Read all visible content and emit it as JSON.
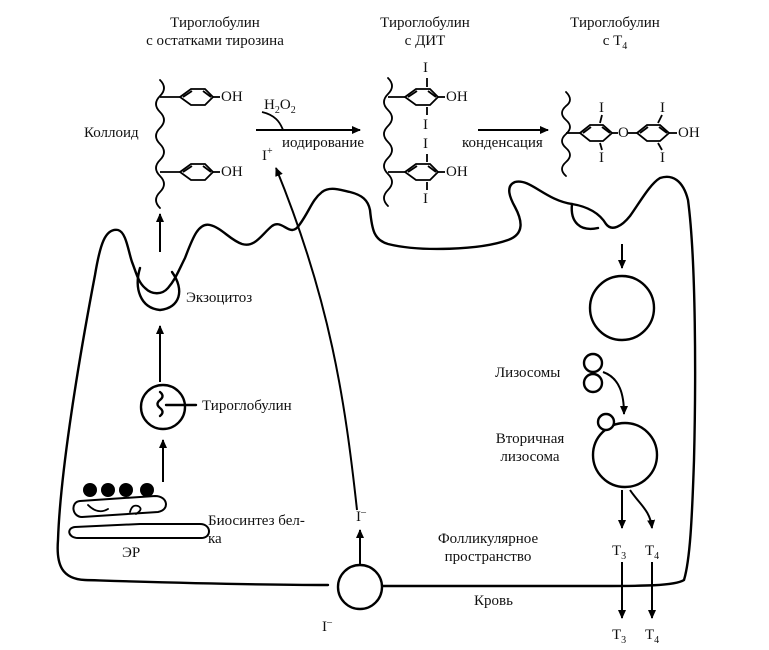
{
  "stages": {
    "tg_tyr": [
      "Тироглобулин",
      "с остатками тирозина"
    ],
    "tg_dit": [
      "Тироглобулин",
      "с ДИТ"
    ],
    "tg_t4": [
      "Тироглобулин",
      "с Т"
    ],
    "tg_t4_sub": "4"
  },
  "labels": {
    "colloid": "Коллоид",
    "h2o2_h": "H",
    "h2o2_sub": "2",
    "h2o2_o": "O",
    "iplus": "I",
    "iplus_sup": "+",
    "iodination": "иодирование",
    "condensation": "конденсация",
    "exocytosis": "Экзоцитоз",
    "thyroglobulin": "Тироглобулин",
    "biosynthesis": [
      "Биосинтез бел-",
      "ка"
    ],
    "er": "ЭР",
    "iminus_cell": "I",
    "iminus_blood": "I",
    "minus_sup": "–",
    "follicular": [
      "Фолликулярное",
      "пространство"
    ],
    "blood": "Кровь",
    "lysosomes": "Лизосомы",
    "secondary_lysosome": [
      "Вторичная",
      "лизосома"
    ],
    "t_letter": "T",
    "t3_sub": "3",
    "t4_sub": "4"
  },
  "chem": {
    "oh": "OH",
    "iodine": "I",
    "oxygen": "O"
  }
}
